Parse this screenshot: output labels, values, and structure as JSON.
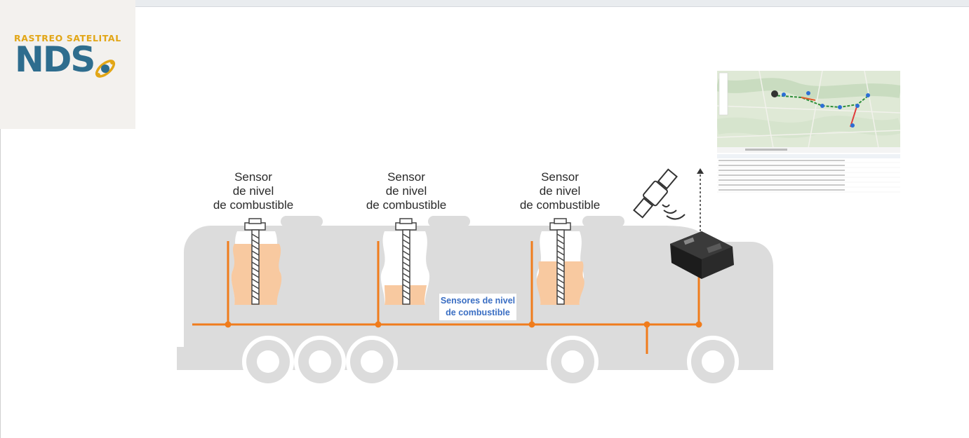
{
  "logo": {
    "tagline": "RASTREO SATELITAL",
    "name": "NDS",
    "colors": {
      "tagline": "#e2a616",
      "name": "#2e6d8e"
    }
  },
  "diagram": {
    "sensors": [
      {
        "lines": [
          "Sensor",
          "de nivel",
          "de combustible"
        ]
      },
      {
        "lines": [
          "Sensor",
          "de nivel",
          "de combustible"
        ]
      },
      {
        "lines": [
          "Sensor",
          "de nivel",
          "de combustible"
        ]
      }
    ],
    "bus_label": {
      "line1": "Sensores de nivel",
      "line2": "de combustible"
    },
    "colors": {
      "wire": "#f07c1c",
      "fuel": "#f8c9a0",
      "truck": "#dcdcdc",
      "label_text": "#3a6ec3"
    },
    "tank_fill_levels": [
      0.85,
      0.2,
      0.55
    ],
    "icons": [
      "satellite-icon",
      "gps-tracker-icon",
      "upload-arrow-icon"
    ]
  },
  "dashboard_preview": {
    "icons": [
      "map-thumbnail",
      "data-table-thumbnail"
    ]
  }
}
